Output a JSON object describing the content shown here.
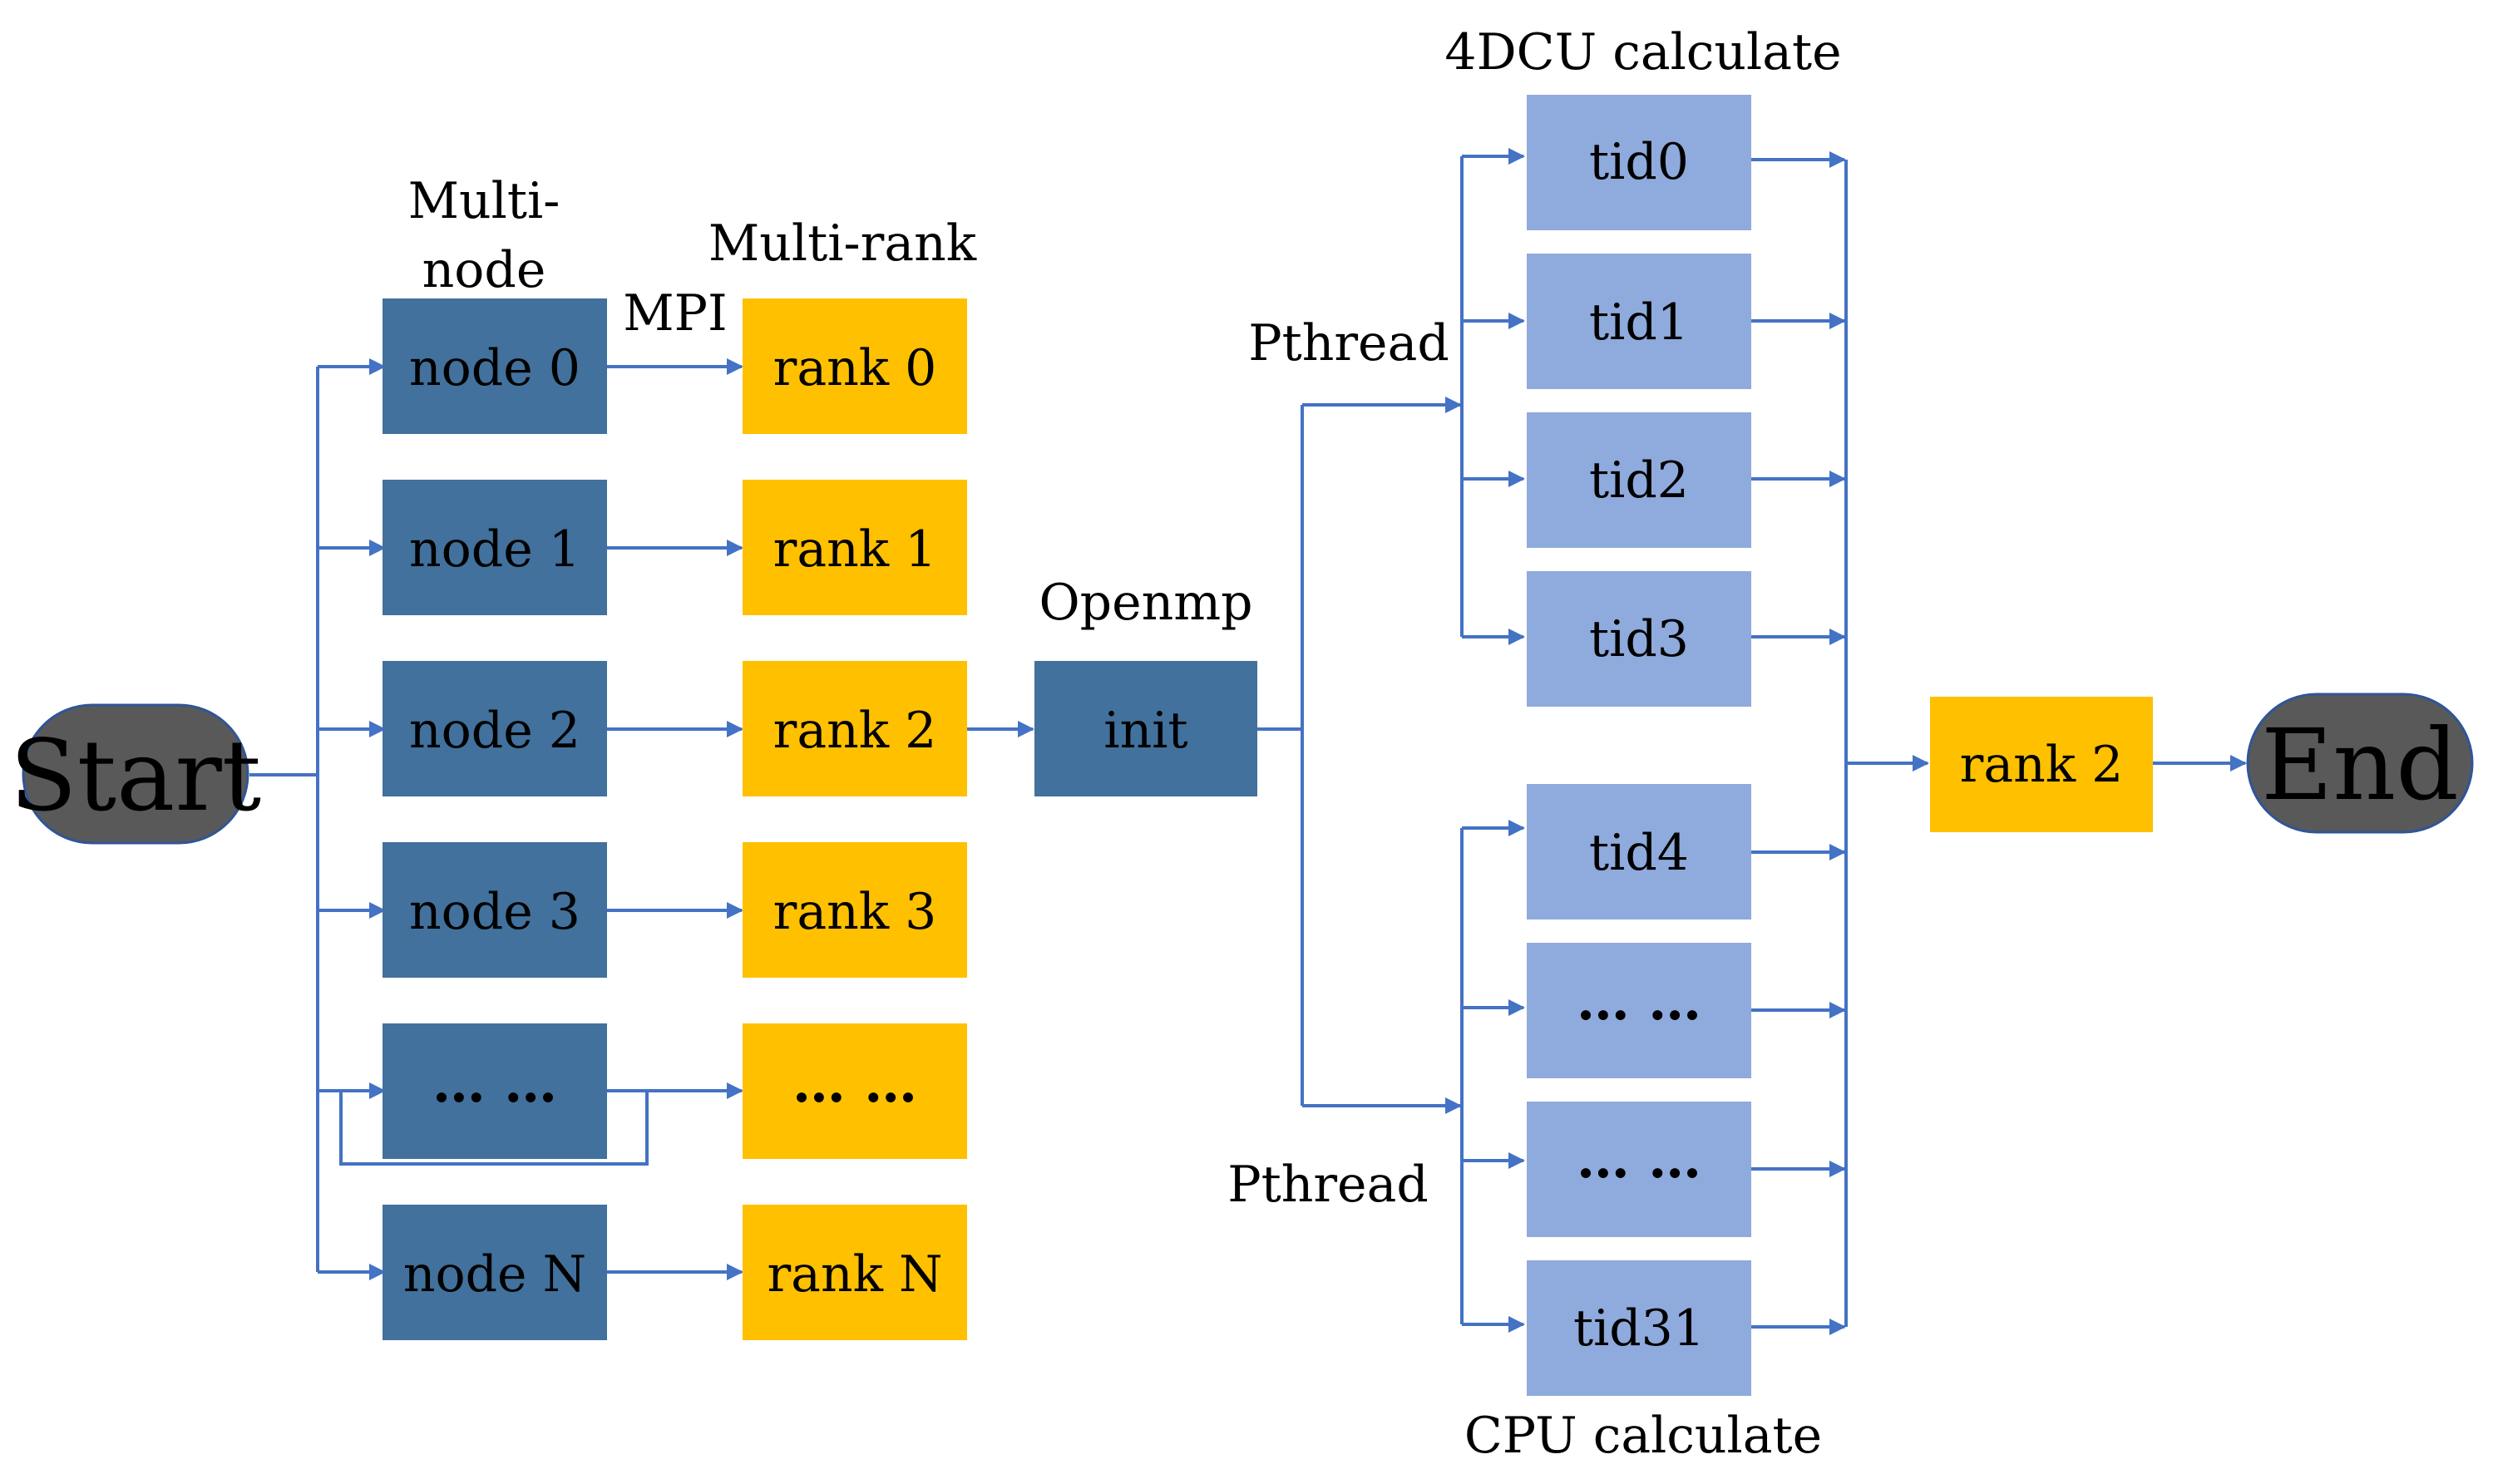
{
  "colors": {
    "node_fill": "#41719C",
    "rank_fill": "#FFC000",
    "tid_fill": "#8FAADC",
    "terminal_fill": "#595959",
    "terminal_stroke": "#2F5597",
    "connector": "#4472C4"
  },
  "terminals": {
    "start": "Start",
    "end": "End"
  },
  "labels": {
    "multi_node_line1": "Multi-",
    "multi_node_line2": "node",
    "multi_rank": "Multi-rank",
    "mpi": "MPI",
    "openmp": "Openmp",
    "pthread_top": "Pthread",
    "pthread_bottom": "Pthread",
    "dcu_calculate": "4DCU calculate",
    "cpu_calculate": "CPU calculate"
  },
  "nodes": [
    "node 0",
    "node 1",
    "node 2",
    "node 3",
    "… …",
    "node N"
  ],
  "ranks": [
    "rank 0",
    "rank 1",
    "rank 2",
    "rank 3",
    "… …",
    "rank N"
  ],
  "init": "init",
  "dcu_threads": [
    "tid0",
    "tid1",
    "tid2",
    "tid3"
  ],
  "cpu_threads": [
    "tid4",
    "… …",
    "… …",
    "tid31"
  ],
  "final_rank": "rank 2"
}
